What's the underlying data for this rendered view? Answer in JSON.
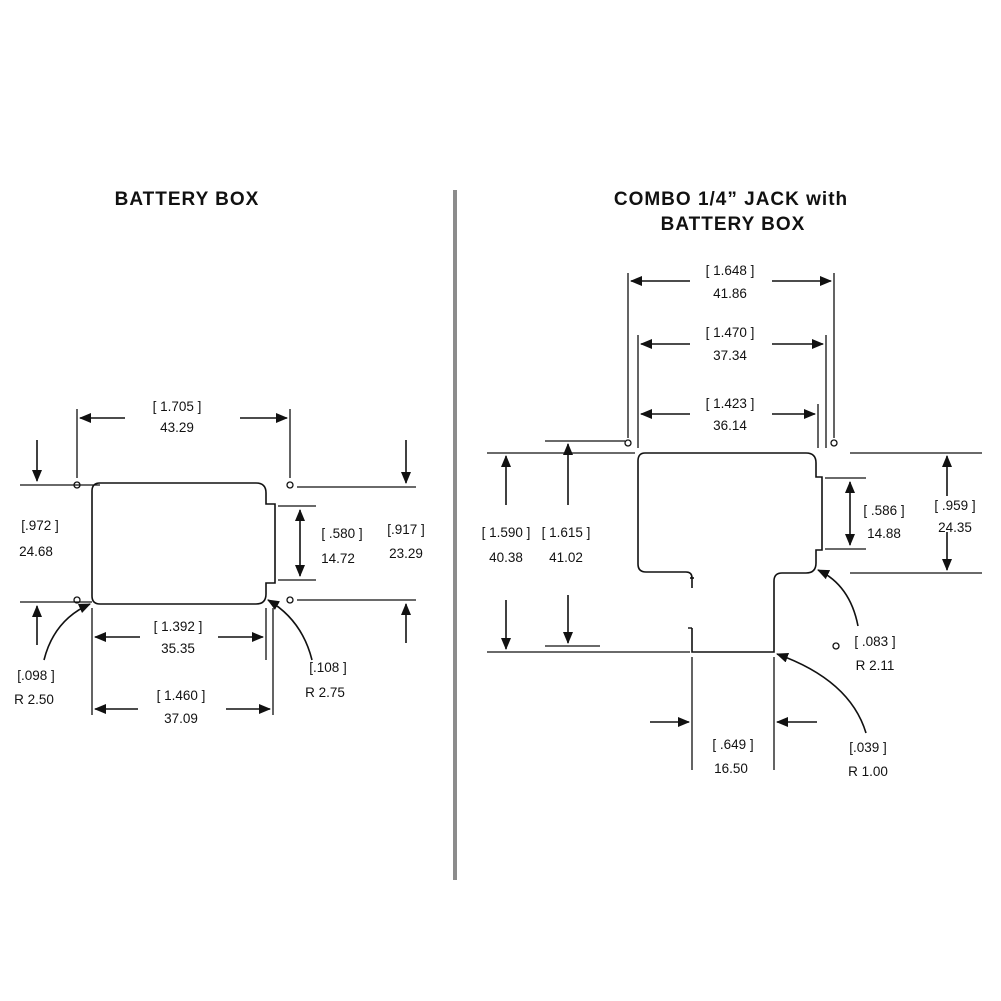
{
  "left": {
    "title": "BATTERY BOX",
    "dims": {
      "width_top": [
        "[ 1.705 ]",
        "43.29"
      ],
      "height_outer": [
        "[.972 ]",
        "24.68"
      ],
      "notch": [
        "[ .580 ]",
        "14.72"
      ],
      "height_right": [
        "[.917 ]",
        "23.29"
      ],
      "width_inner": [
        "[ 1.392 ]",
        "35.35"
      ],
      "width_bottom": [
        "[ 1.460 ]",
        "37.09"
      ],
      "radius_left": [
        "[.098 ]",
        "R 2.50"
      ],
      "radius_right": [
        "[.108 ]",
        "R 2.75"
      ]
    }
  },
  "right": {
    "title_line1": "COMBO 1/4” JACK with",
    "title_line2": "BATTERY BOX",
    "dims": {
      "w1": [
        "[ 1.648 ]",
        "41.86"
      ],
      "w2": [
        "[ 1.470 ]",
        "37.34"
      ],
      "w3": [
        "[ 1.423 ]",
        "36.14"
      ],
      "h1": [
        "[ 1.590 ]",
        "40.38"
      ],
      "h2": [
        "[ 1.615 ]",
        "41.02"
      ],
      "notch": [
        "[ .586 ]",
        "14.88"
      ],
      "h3": [
        "[ .959 ]",
        "24.35"
      ],
      "r1": [
        "[ .083 ]",
        "R 2.11"
      ],
      "jack_w": [
        "[ .649 ]",
        "16.50"
      ],
      "r2": [
        "[.039 ]",
        "R 1.00"
      ]
    }
  },
  "colors": {
    "ink": "#111111",
    "divider": "#8c8c8c",
    "background": "#ffffff"
  }
}
